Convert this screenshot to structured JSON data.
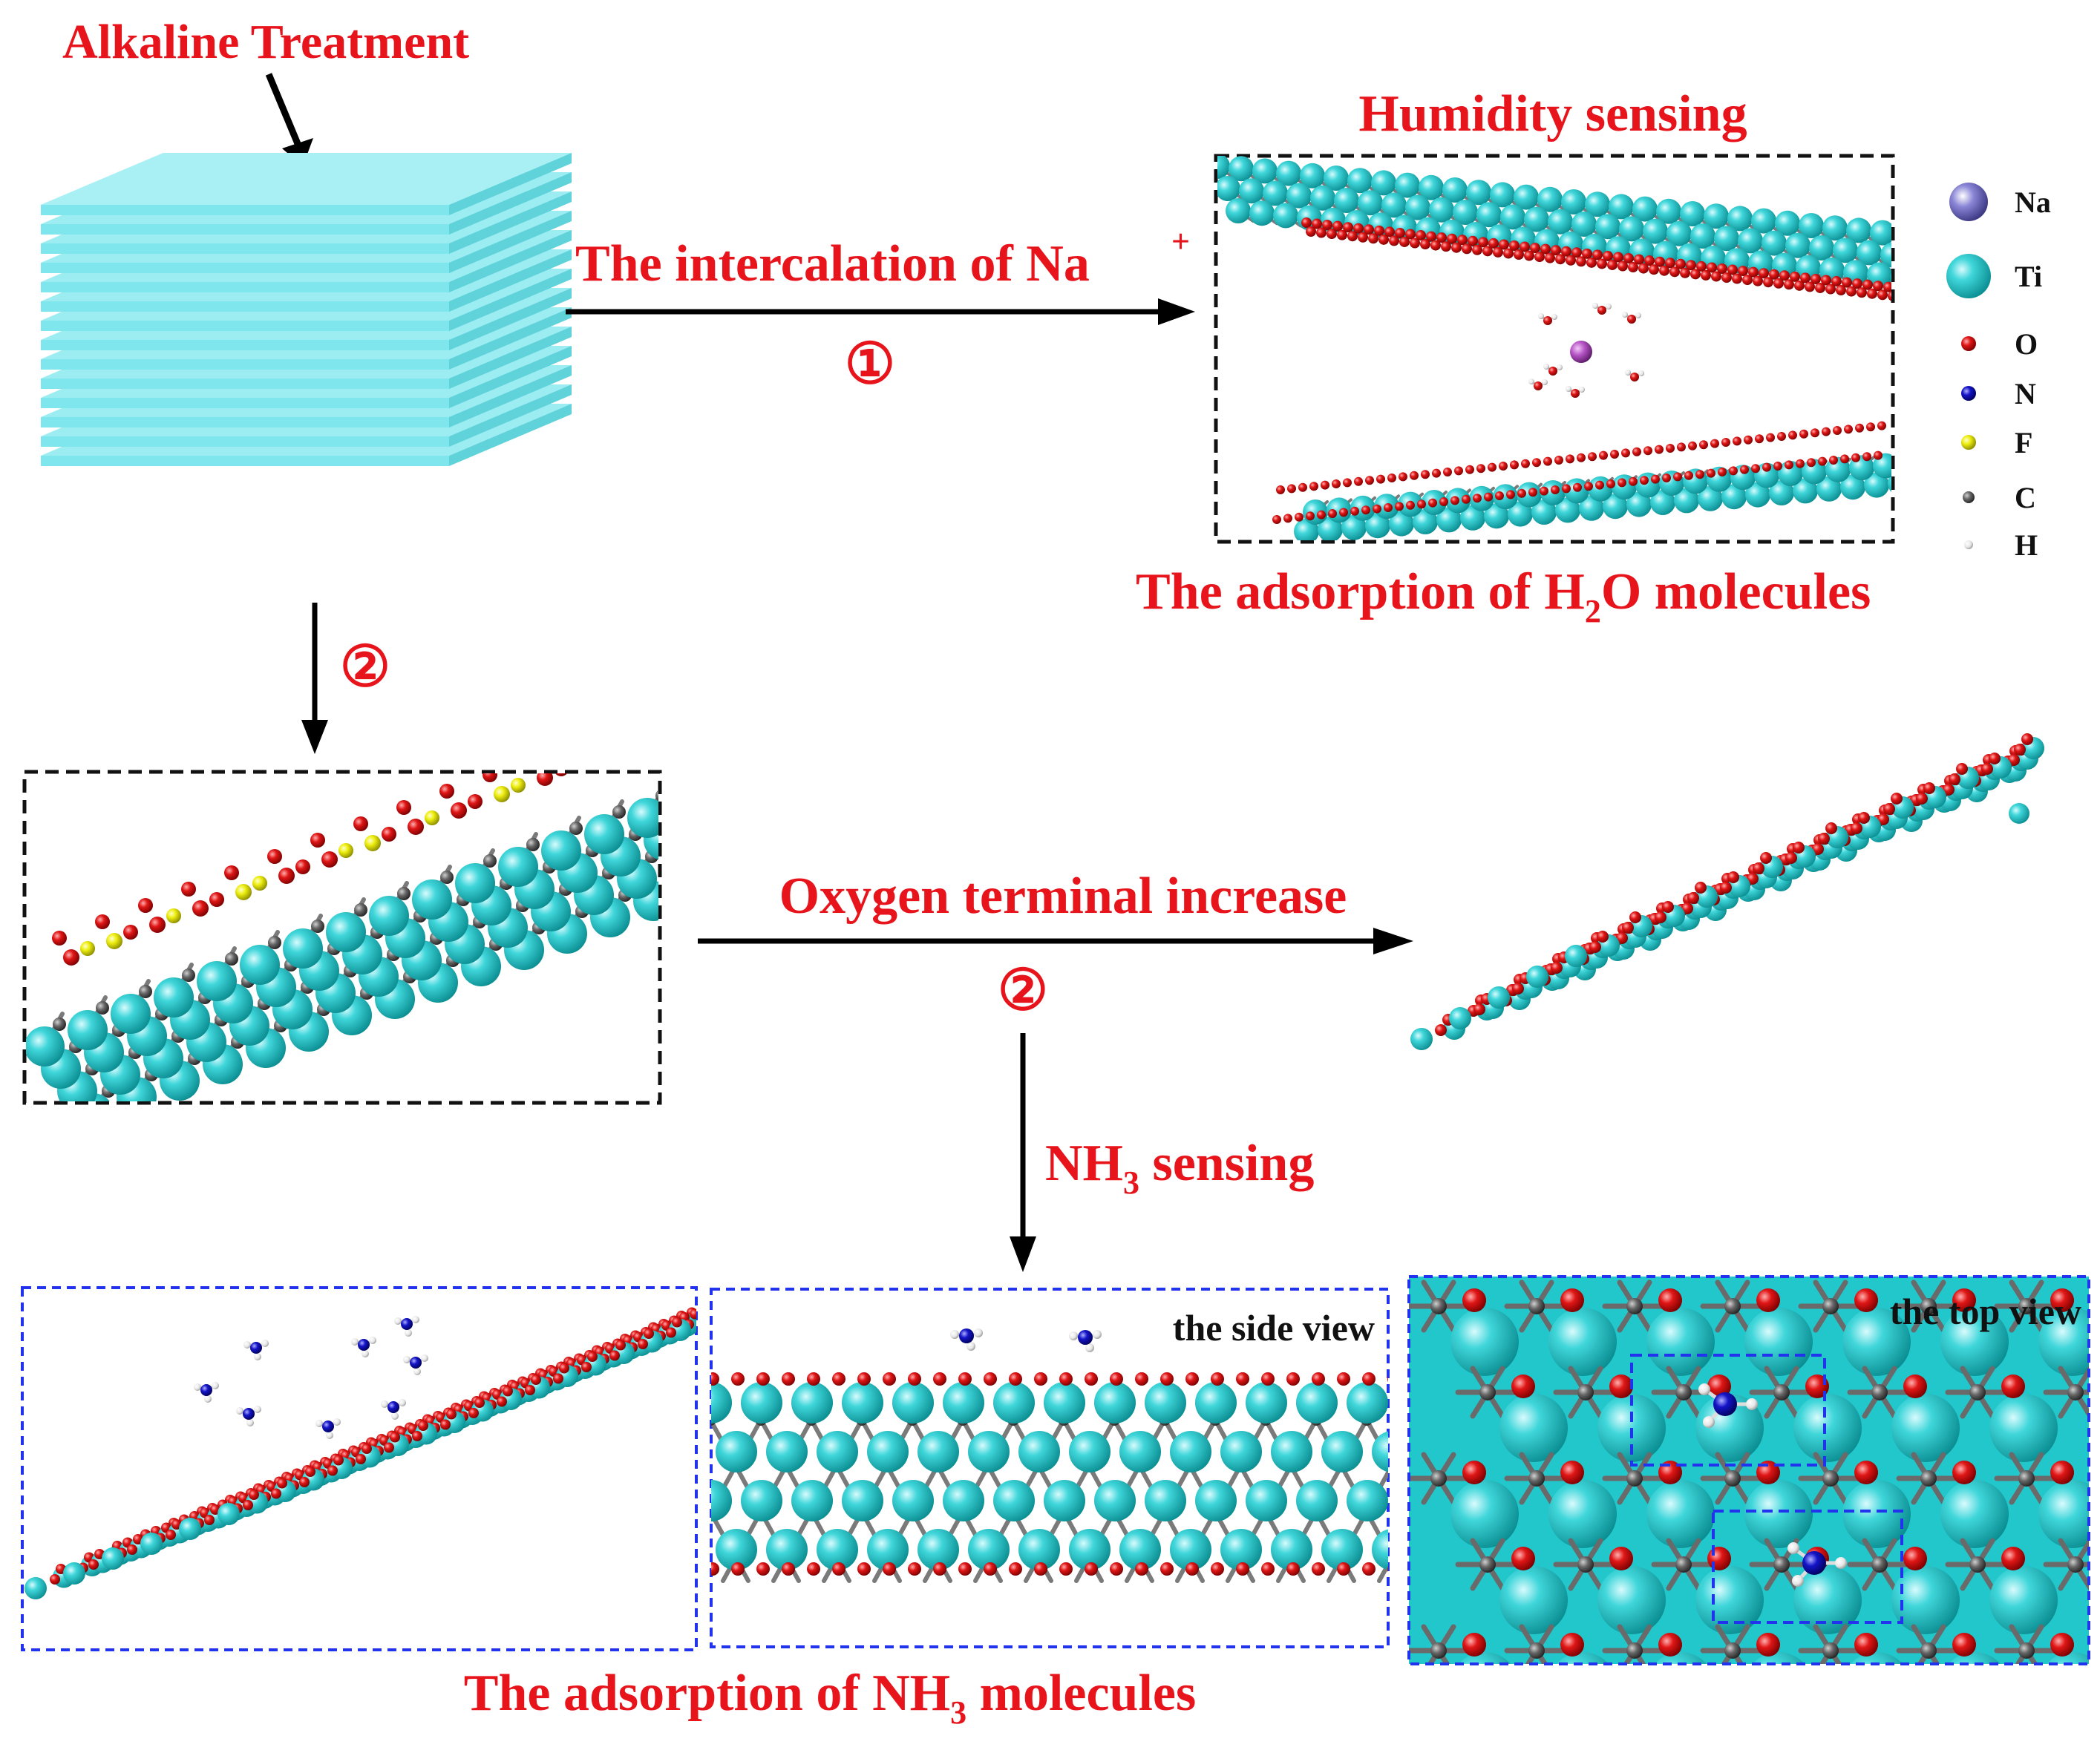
{
  "labels": {
    "alkaline_treatment": "Alkaline Treatment",
    "humidity_sensing": "Humidity sensing",
    "intercalation": "The intercalation of Na",
    "intercalation_sup": "+",
    "step1": "①",
    "step2_left": "②",
    "step2_middle": "②",
    "adsorption_h2o_pre": "The adsorption of H",
    "adsorption_h2o_sub": "2",
    "adsorption_h2o_post": "O molecules",
    "oxygen_terminal": "Oxygen terminal increase",
    "nh3_sensing_pre": "NH",
    "nh3_sensing_sub": "3",
    "nh3_sensing_post": " sensing",
    "side_view": "the side view",
    "top_view": "the top view",
    "adsorption_nh3_pre": "The adsorption of NH",
    "adsorption_nh3_sub": "3",
    "adsorption_nh3_post": " molecules"
  },
  "legend": [
    {
      "symbol": "Na",
      "color": "#8a85d6",
      "icon": "sodium-atom-icon"
    },
    {
      "symbol": "Ti",
      "color": "#22c7cc",
      "icon": "titanium-atom-icon"
    },
    {
      "symbol": "O",
      "color": "#e01616",
      "icon": "oxygen-atom-icon"
    },
    {
      "symbol": "N",
      "color": "#1414c8",
      "icon": "nitrogen-atom-icon"
    },
    {
      "symbol": "F",
      "color": "#eeee10",
      "icon": "fluorine-atom-icon"
    },
    {
      "symbol": "C",
      "color": "#5a5a5a",
      "icon": "carbon-atom-icon"
    },
    {
      "symbol": "H",
      "color": "#e8e8e8",
      "icon": "hydrogen-atom-icon"
    }
  ],
  "colors": {
    "label_red": "#e8141c",
    "stack_face": "#7fe6ee",
    "stack_top": "#9cedf2",
    "ti": "#22c7cc",
    "o": "#e01616",
    "f": "#eeee10",
    "c": "#666666",
    "n": "#1414c8",
    "h": "#eeeeee",
    "na": "#b453c4",
    "frame_black": "#111111",
    "frame_blue": "#2233ee"
  }
}
